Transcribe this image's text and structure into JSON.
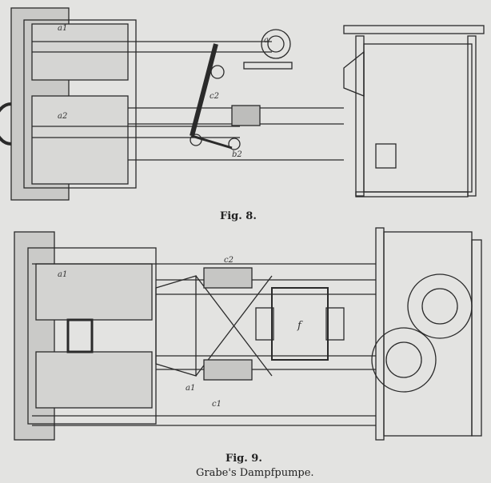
{
  "figures": [
    {
      "caption": "Fig. 8.",
      "labels": [
        "a1",
        "a2",
        "c2",
        "b2",
        "a"
      ]
    },
    {
      "caption": "Fig. 9.",
      "labels": [
        "a1",
        "c2",
        "a1",
        "c1",
        "f"
      ]
    }
  ],
  "title": "Grabe's Dampfpumpe."
}
